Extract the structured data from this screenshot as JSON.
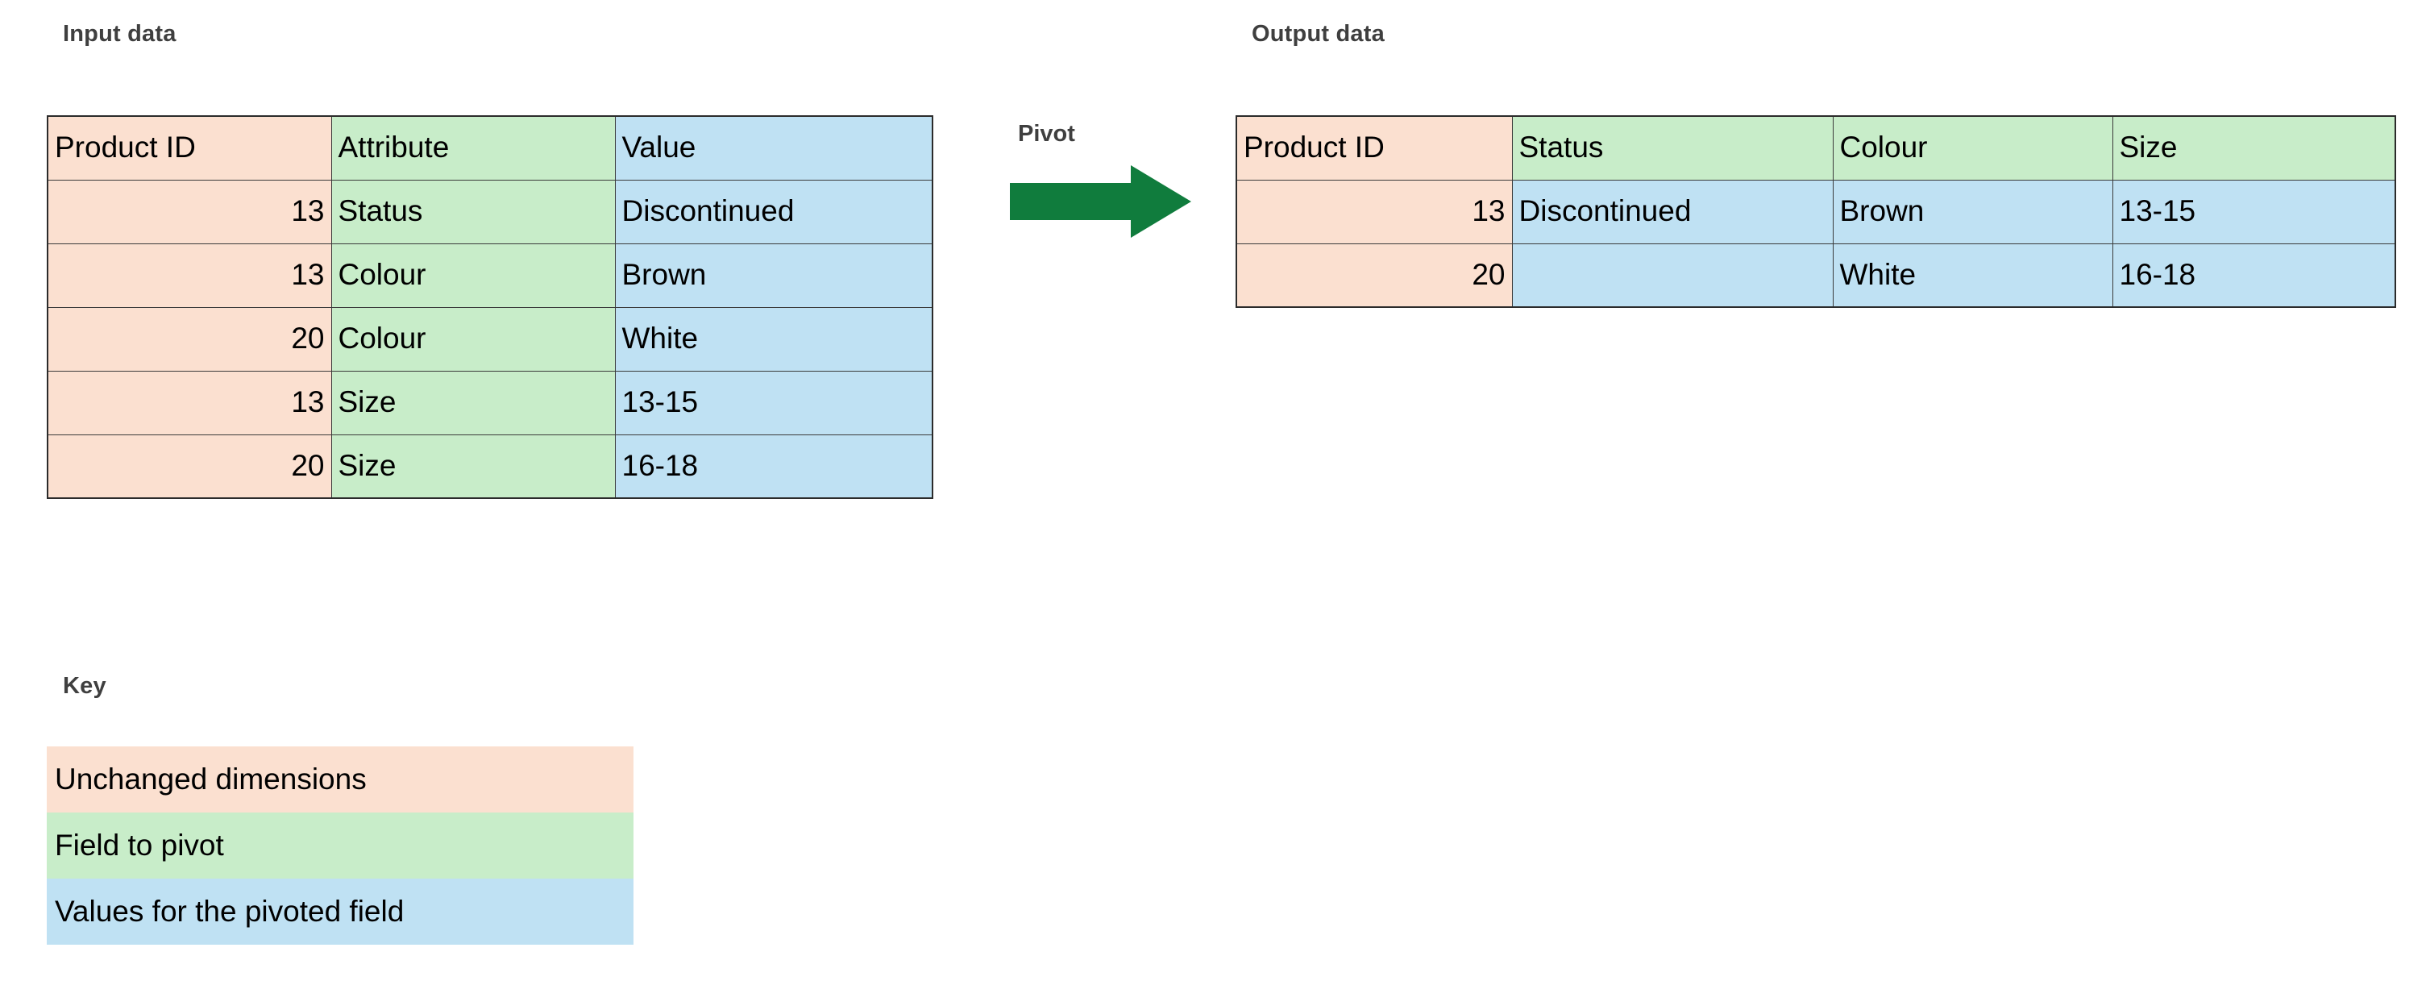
{
  "headings": {
    "input": "Input data",
    "output": "Output data",
    "key": "Key"
  },
  "pivot": {
    "label": "Pivot",
    "arrow_icon": "right-arrow-icon",
    "arrow_color": "#107C3D"
  },
  "colors": {
    "unchanged_dimensions": "#FBE0D0",
    "field_to_pivot": "#C8EDC9",
    "pivoted_values": "#BFE1F3",
    "border": "#3A3A3A",
    "heading_text": "#3F3F3F"
  },
  "input_table": {
    "headers": [
      "Product ID",
      "Attribute",
      "Value"
    ],
    "header_classes": [
      "c-peach",
      "c-green",
      "c-blue"
    ],
    "rows": [
      [
        "13",
        "Status",
        "Discontinued"
      ],
      [
        "13",
        "Colour",
        "Brown"
      ],
      [
        "20",
        "Colour",
        "White"
      ],
      [
        "13",
        "Size",
        "13-15"
      ],
      [
        "20",
        "Size",
        "16-18"
      ]
    ]
  },
  "output_table": {
    "headers": [
      "Product ID",
      "Status",
      "Colour",
      "Size"
    ],
    "header_classes": [
      "c-peach",
      "c-green",
      "c-green",
      "c-green"
    ],
    "rows": [
      [
        "13",
        "Discontinued",
        "Brown",
        "13-15"
      ],
      [
        "20",
        "",
        "White",
        "16-18"
      ]
    ]
  },
  "key": {
    "items": [
      {
        "label": "Unchanged dimensions",
        "color": "#FBE0D0"
      },
      {
        "label": "Field to pivot",
        "color": "#C8EDC9"
      },
      {
        "label": "Values for the pivoted field",
        "color": "#BFE1F3"
      }
    ]
  }
}
